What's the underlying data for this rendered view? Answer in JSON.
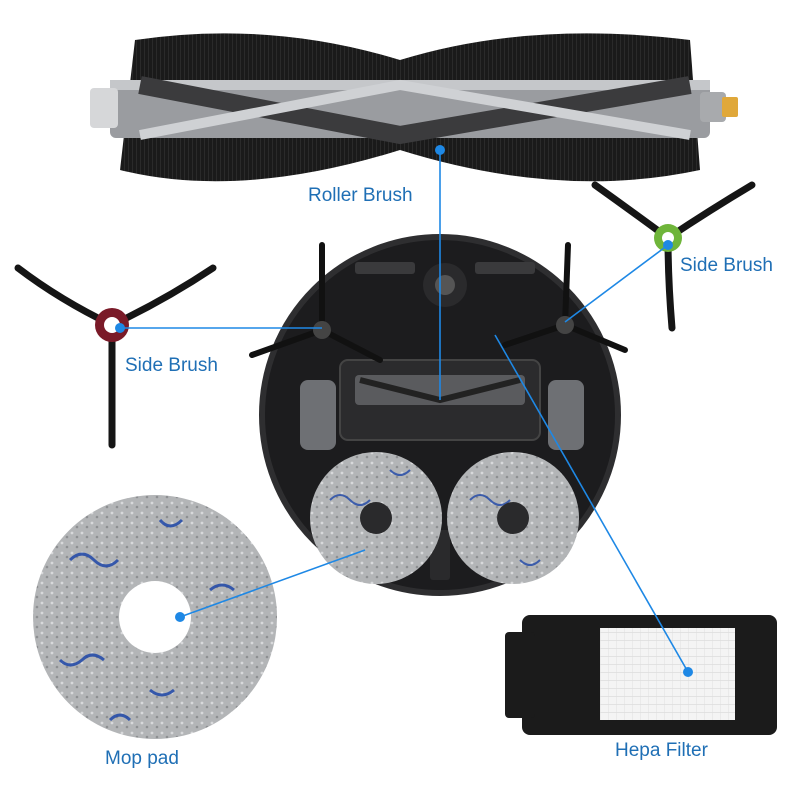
{
  "colors": {
    "accent": "#1e88e5",
    "label": "#1f6fb5",
    "robot_body": "#1c1c1e",
    "brush_bristle": "#111111",
    "brush_core": "#8e9094",
    "mop_fiber": "#a9abad",
    "mop_pattern": "#1f47a8",
    "hub_left": "#8b1b2b",
    "hub_right": "#7bc043"
  },
  "labels": {
    "roller_brush": "Roller Brush",
    "side_brush_right": "Side Brush",
    "side_brush_left": "Side Brush",
    "mop_pad": "Mop pad",
    "hepa_filter": "Hepa Filter"
  },
  "icons": {
    "roller_brush": "roller-brush-image",
    "side_brush": "side-brush-image",
    "mop_pad": "mop-pad-image",
    "hepa_filter": "hepa-filter-image",
    "robot": "robot-vacuum-underside-image"
  }
}
